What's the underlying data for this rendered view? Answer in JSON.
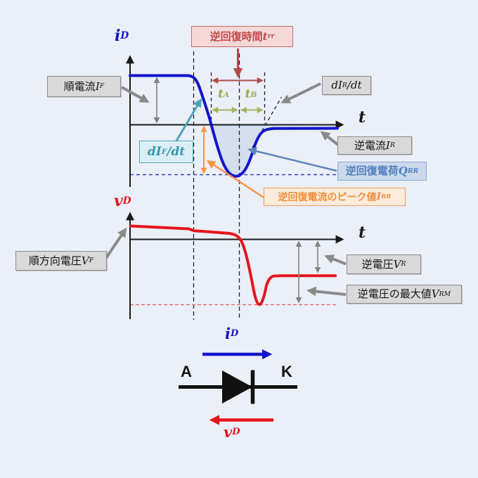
{
  "background": "#EAEFF8",
  "colors": {
    "current_curve": "#1414CB",
    "voltage_curve": "#E6151C",
    "axis": "#1A1A1A",
    "annotation_gray": "#828282",
    "annotation_teal": "#3898AC",
    "annotation_steel_blue": "#4F81BD",
    "annotation_orange": "#F79646",
    "annotation_dark_red": "#B34A4A",
    "annotation_olive": "#A6B45F",
    "qrr_area_fill": "#D3DEEE"
  },
  "top_graph": {
    "y_axis_label": {
      "sym": "i",
      "sub": "D"
    },
    "x_axis_label": {
      "sym": "t"
    },
    "annotations": {
      "trr": {
        "jp": "逆回復時間",
        "sym": "t",
        "sub": "rr"
      },
      "forward_current": {
        "jp": "順電流",
        "sym": "I",
        "sub": "F"
      },
      "dif_dt": {
        "sym": "dI",
        "sub": "F",
        "post": "/dt"
      },
      "dir_dt": {
        "sym": "dI",
        "sub": "R",
        "post": "/dt"
      },
      "t_a": {
        "sym": "t",
        "sub": "A"
      },
      "t_b": {
        "sym": "t",
        "sub": "B"
      },
      "reverse_current": {
        "jp": "逆電流",
        "sym": "I",
        "sub": "R"
      },
      "qrr": {
        "jp": "逆回復電荷",
        "sym": "Q",
        "sub": "RR"
      },
      "irr": {
        "jp": "逆回復電流のピーク値",
        "sym": "I",
        "sub": "RR"
      }
    }
  },
  "bottom_graph": {
    "y_axis_label": {
      "sym": "v",
      "sub": "D"
    },
    "x_axis_label": {
      "sym": "t"
    },
    "annotations": {
      "forward_voltage": {
        "jp": "順方向電圧",
        "sym": "V",
        "sub": "F"
      },
      "reverse_voltage": {
        "jp": "逆電圧",
        "sym": "V",
        "sub": "R"
      },
      "max_reverse_voltage": {
        "jp": "逆電圧の最大値",
        "sym": "V",
        "sub": "RM"
      }
    }
  },
  "diode_symbol": {
    "anode_label": "A",
    "cathode_label": "K",
    "current_arrow_label": {
      "sym": "i",
      "sub": "D"
    },
    "voltage_arrow_label": {
      "sym": "v",
      "sub": "D"
    }
  }
}
